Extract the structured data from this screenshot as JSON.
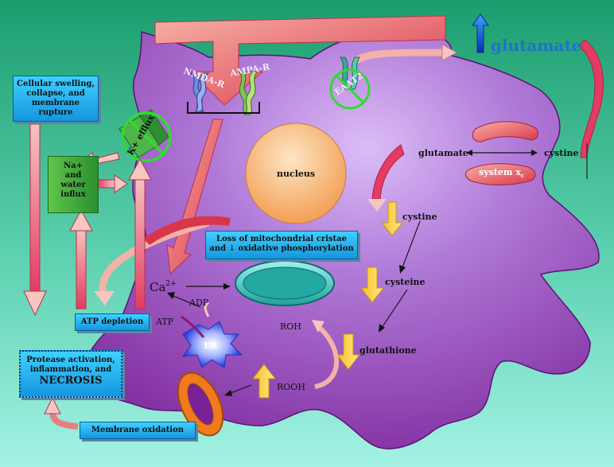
{
  "colors": {
    "background_top": "#1c9d6e",
    "background_bottom": "#9ff0e3",
    "cell_fill": "#8a2fa8",
    "cell_light": "#c8a0ea",
    "nucleus": "#f3a35a",
    "arrow_pink": "#e8556f",
    "arrow_light": "#f7b8b3",
    "arrow_yellow": "#f5d23a",
    "glutamate_text": "#1f73c9",
    "blue_box": "#26b2f0",
    "green_box": "#45ad3c",
    "inhibit_circle": "#2fdc2f"
  },
  "labels": {
    "glutamate_out": "glutamate",
    "nmda": "NMDA-R",
    "ampa": "AMPA-R",
    "eaat2": "EAAT2",
    "nucleus": "nucleus",
    "glutamate_in": "glutamate",
    "cystine_out": "cystine",
    "system": "system x",
    "system_sub": "c",
    "k_efflux": "K+ efflux",
    "cystine": "cystine",
    "cysteine": "cysteine",
    "glutathione": "glutathione",
    "ca": "Ca",
    "ca_sup": "2+",
    "adp": "ADP",
    "atp": "ATP",
    "er": "ER",
    "roh": "ROH",
    "rooh": "ROOH"
  },
  "boxes": {
    "swelling": "Cellular swelling, collapse, and membrane rupture",
    "na_line1": "Na+",
    "na_line2": "and",
    "na_line3": "water",
    "na_line4": "influx",
    "mito_line1": "Loss of mitochondrial cristae",
    "mito_line2": "and ↓ oxidative phosphorylation",
    "atp_depletion": "ATP depletion",
    "necrosis_line1": "Protease activation,",
    "necrosis_line2": "inflammation, and",
    "necrosis_line3": "NECROSIS",
    "membrane_ox": "Membrane oxidation"
  }
}
